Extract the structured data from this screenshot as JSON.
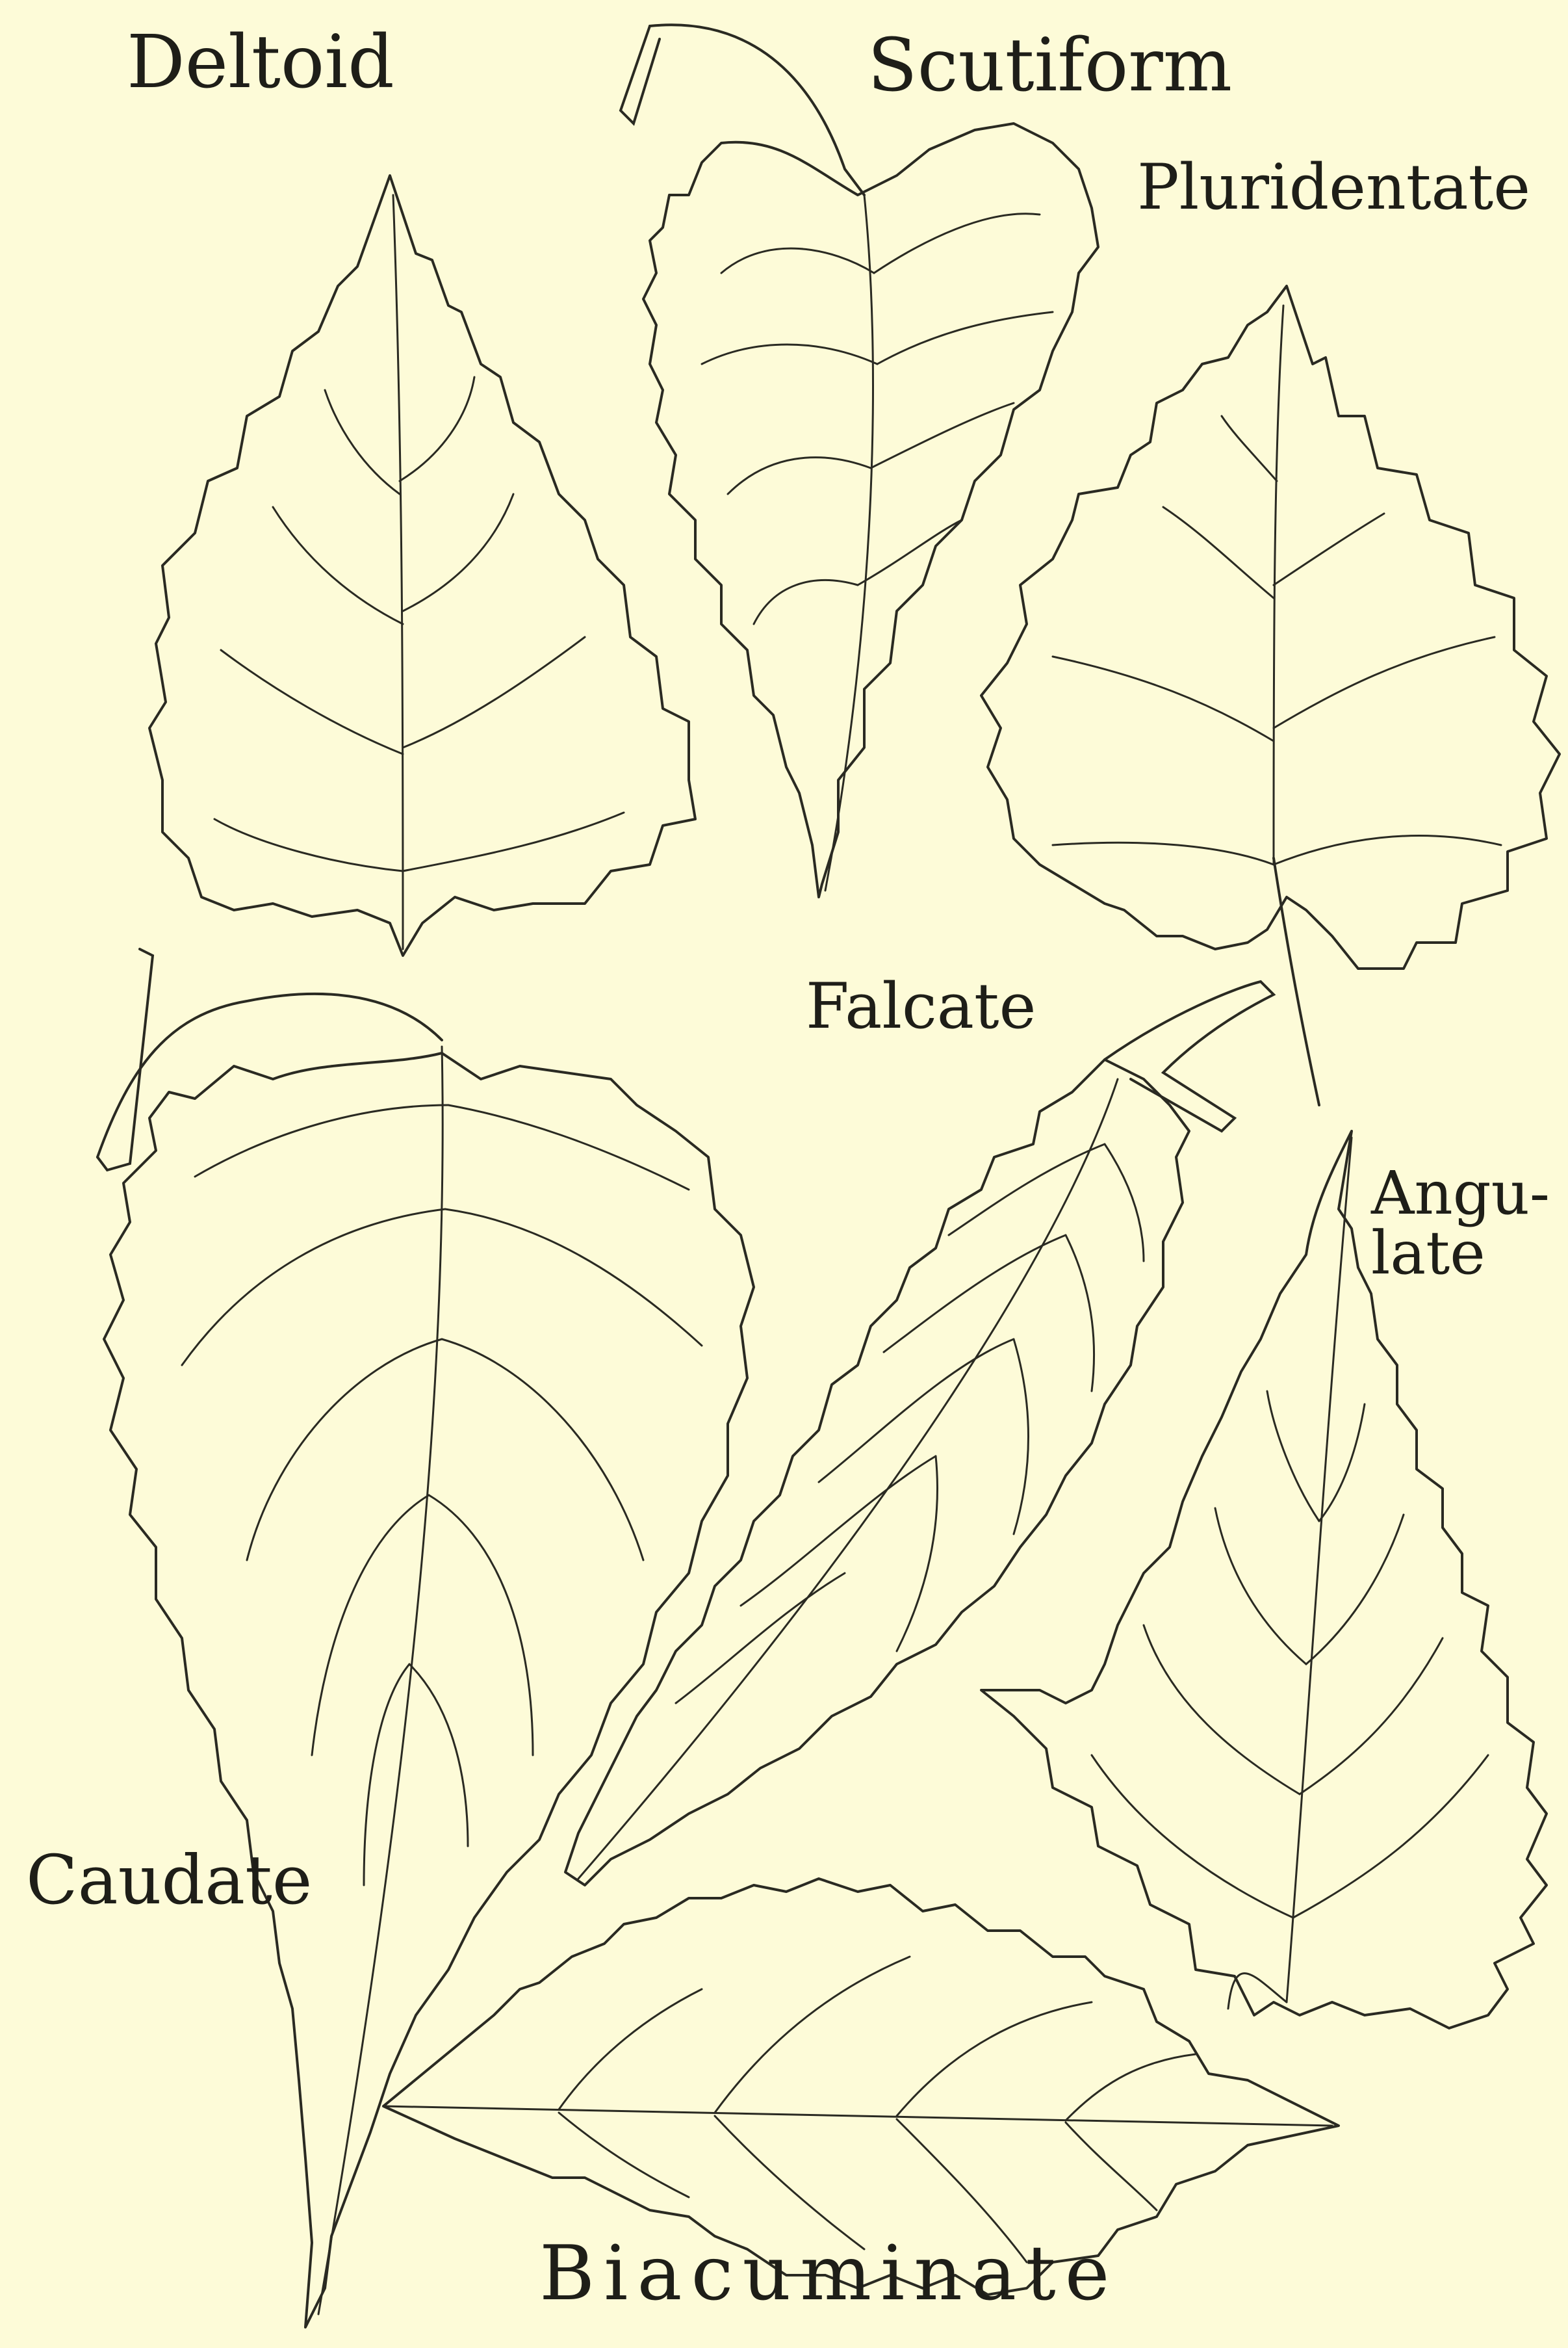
{
  "labels": {
    "deltoid": "Deltoid",
    "scutiform": "Scutiform",
    "pluridentate": "Pluridentate",
    "falcate": "Falcate",
    "angulate": "Angu-\nlate",
    "caudate": "Caudate",
    "biacuminate": "Biacuminate"
  },
  "colors": {
    "paper": "#fdfbd8",
    "ink": "#2a2a22"
  }
}
